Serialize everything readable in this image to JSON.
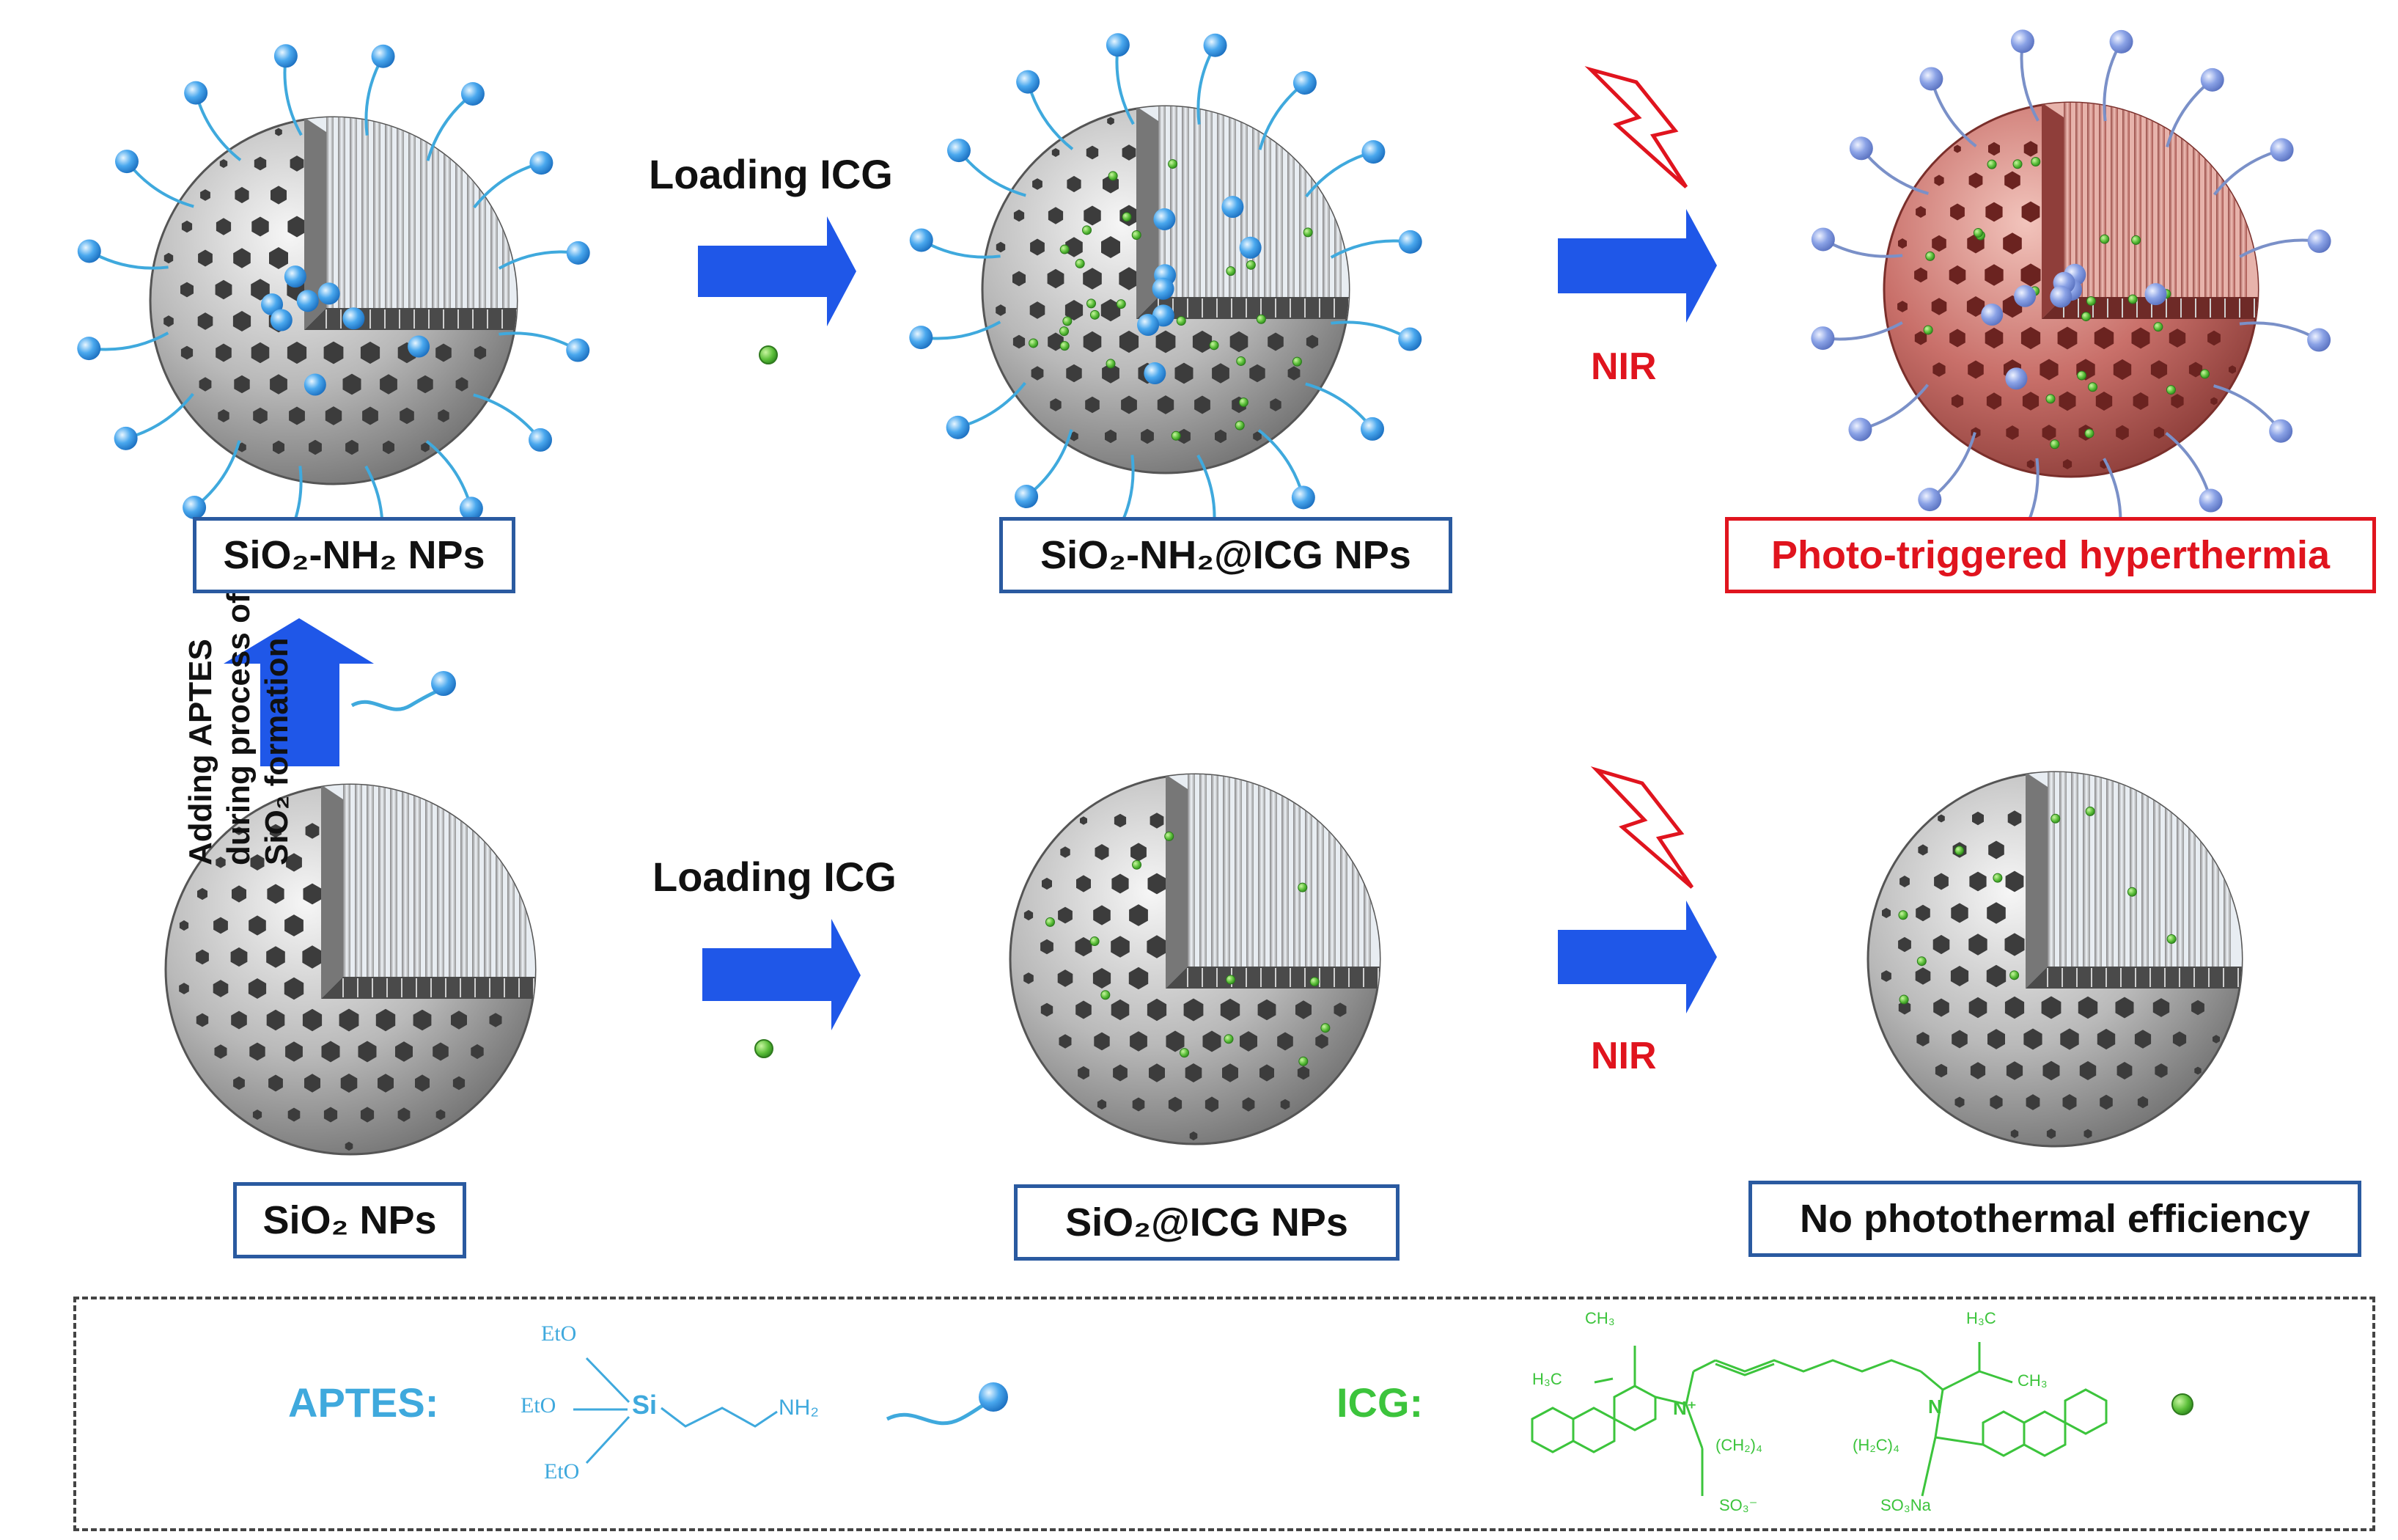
{
  "labels": {
    "sio2_nh2_nps": "SiO₂-NH₂ NPs",
    "sio2_nh2_icg_nps": "SiO₂-NH₂@ICG NPs",
    "photo_triggered": "Photo-triggered hyperthermia",
    "sio2_nps": "SiO₂  NPs",
    "sio2_icg_nps": "SiO₂@ICG NPs",
    "no_photothermal": "No photothermal efficiency"
  },
  "steps": {
    "loading_icg_top": "Loading ICG",
    "loading_icg_bottom": "Loading ICG",
    "nir_top": "NIR",
    "nir_bottom": "NIR",
    "adding_aptes_line1": "Adding APTES",
    "adding_aptes_line2": "during  process of",
    "adding_aptes_line3": "SiO₂ formation"
  },
  "legend": {
    "aptes_title": "APTES:",
    "icg_title": "ICG:",
    "aptes_eto_top": "EtO",
    "aptes_eto_left": "EtO",
    "aptes_eto_bottom": "EtO",
    "aptes_si": "Si",
    "aptes_nh2": "NH₂",
    "icg_ch3_top": "CH₃",
    "icg_h3c_left": "H₃C",
    "icg_h3c_right": "H₃C",
    "icg_ch3_right": "CH₃",
    "icg_nplus": "N⁺",
    "icg_n": "N",
    "icg_ch2_4": "(CH₂)₄",
    "icg_h2c_4": "(H₂C)₄",
    "icg_so3": "SO₃⁻",
    "icg_so3na": "SO₃Na"
  },
  "colors": {
    "arrow_blue": "#1f57e8",
    "label_border": "#2a5aa0",
    "highlight_red": "#e0141e",
    "aptes_cyan": "#3fa9dd",
    "icg_green": "#3cc43c",
    "shell_gray": "#9a9a9a",
    "shell_heated": "#c26060"
  }
}
